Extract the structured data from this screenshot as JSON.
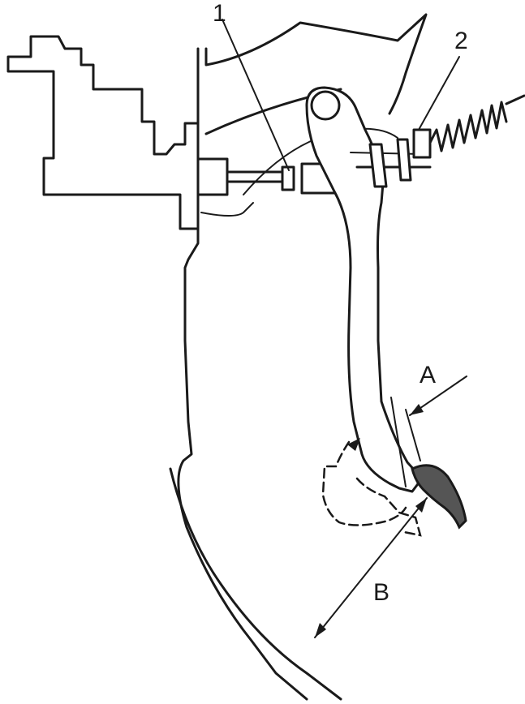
{
  "callouts": {
    "one": "1",
    "two": "2"
  },
  "dimensions": {
    "a": "A",
    "b": "B"
  },
  "colors": {
    "line": "#1a1a1a",
    "pedal_pad": "#555555",
    "background": "#ffffff"
  }
}
